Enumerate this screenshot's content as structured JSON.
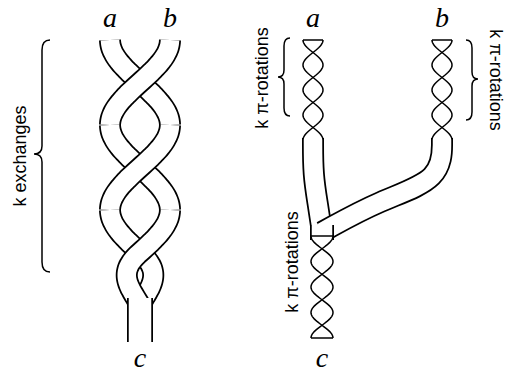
{
  "diagram": {
    "labels": [
      "k exchanges",
      "a",
      "b",
      "c",
      "a",
      "b",
      "k π-rotations",
      "k π-rotations",
      "k π-rotations",
      "c"
    ]
  }
}
